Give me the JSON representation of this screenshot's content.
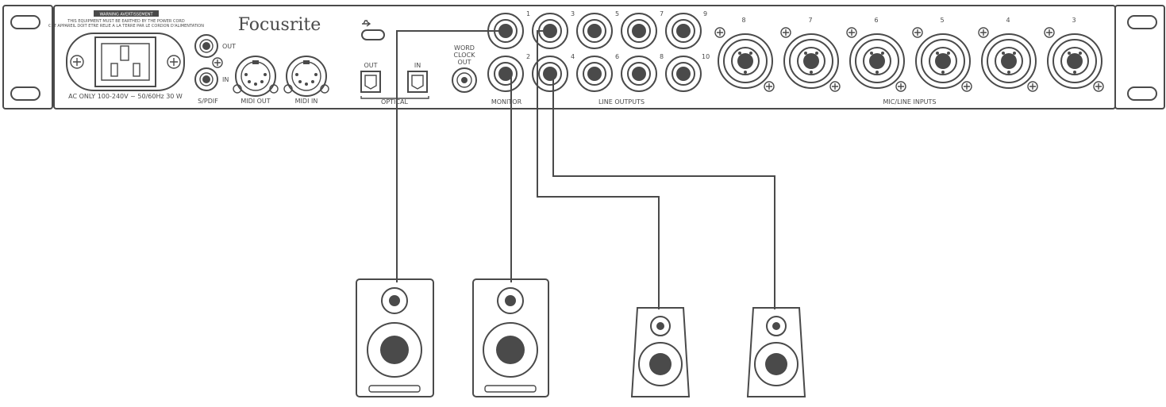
{
  "brand": "Focusrite",
  "warning": {
    "title": "WARNING  AVERTISSEMENT",
    "line1": "THIS EQUIPMENT MUST BE EARTHED BY THE POWER CORD",
    "line2": "CET APPAREIL DOIT ETRE RELIE A LA TERRE PAR LE CORDON D'ALIMENTATION"
  },
  "power_label": "AC ONLY 100-240V ~ 50/60Hz 30 W",
  "spdif": {
    "label": "S/PDIF",
    "out": "OUT",
    "in": "IN"
  },
  "midi_out": "MIDI OUT",
  "midi_in": "MIDI IN",
  "optical": {
    "label": "OPTICAL",
    "out": "OUT",
    "in": "IN"
  },
  "word_clock": {
    "line1": "WORD",
    "line2": "CLOCK",
    "line3": "OUT"
  },
  "monitor_label": "MONITOR",
  "line_outputs_label": "LINE OUTPUTS",
  "mic_line_inputs_label": "MIC/LINE INPUTS",
  "monitor_jacks": [
    "1",
    "2"
  ],
  "line_out_top": [
    "3",
    "5",
    "7",
    "9"
  ],
  "line_out_bottom": [
    "4",
    "6",
    "8",
    "10"
  ],
  "mic_inputs": [
    "8",
    "7",
    "6",
    "5",
    "4",
    "3"
  ]
}
